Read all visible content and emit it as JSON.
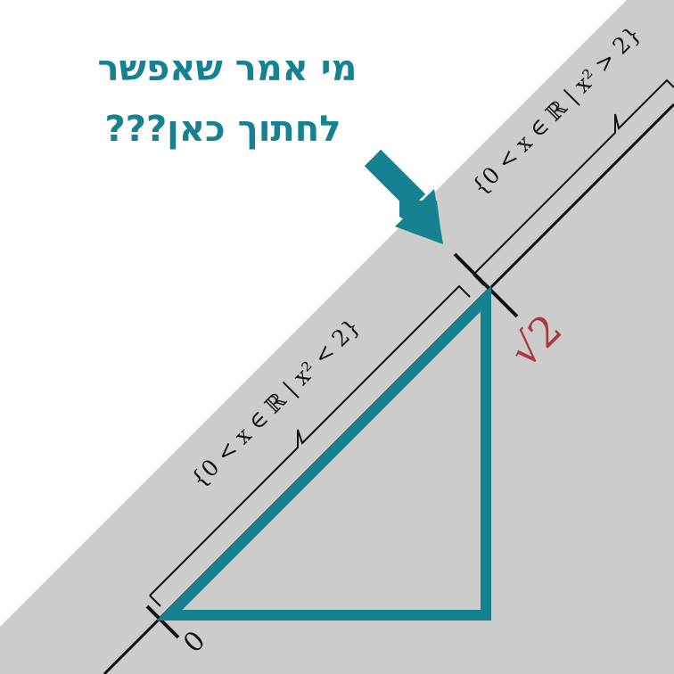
{
  "annotation": {
    "line1": "מי אמר שאפשר",
    "line2": "לחתוך כאן???"
  },
  "axis": {
    "zero_label": "0",
    "sqrt2_label": "√2"
  },
  "sets": {
    "lower": "{0 < x ∈ ℝ | x² < 2}",
    "upper": "{0 < x ∈ ℝ | x² > 2}"
  },
  "colors": {
    "background_band": "#cccccc",
    "white": "#ffffff",
    "accent_teal": "#168190",
    "sqrt_red": "#a83a3a",
    "ink": "#111111"
  }
}
